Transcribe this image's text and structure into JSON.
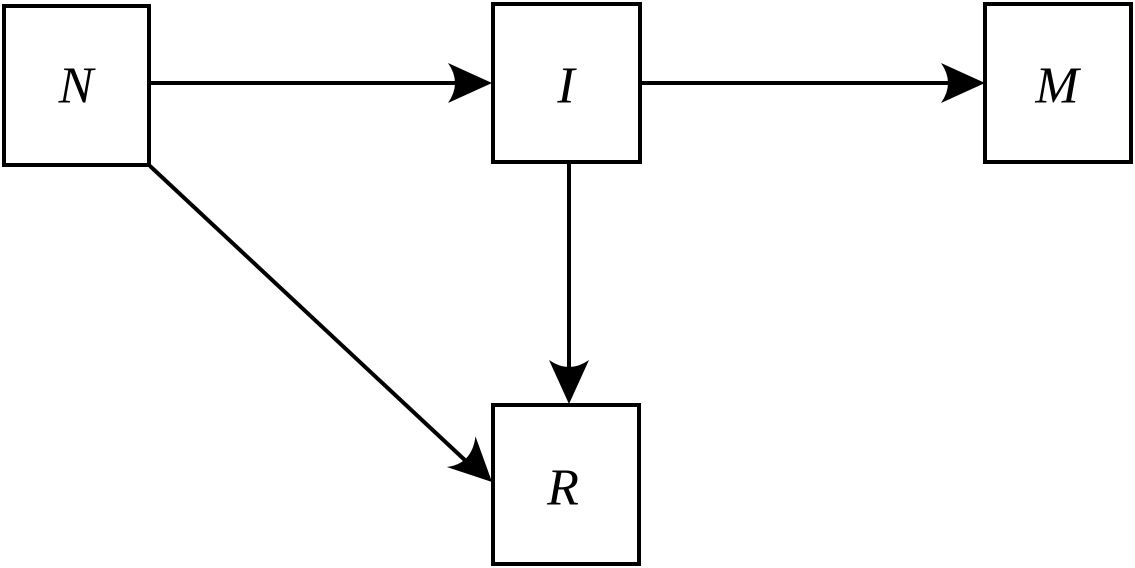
{
  "diagram": {
    "nodes": [
      {
        "id": "N",
        "label": "N"
      },
      {
        "id": "I",
        "label": "I"
      },
      {
        "id": "M",
        "label": "M"
      },
      {
        "id": "R",
        "label": "R"
      }
    ],
    "edges": [
      {
        "from": "N",
        "to": "I"
      },
      {
        "from": "I",
        "to": "M"
      },
      {
        "from": "I",
        "to": "R"
      },
      {
        "from": "N",
        "to": "R"
      }
    ],
    "colors": {
      "stroke": "#000000",
      "background": "#ffffff"
    }
  }
}
